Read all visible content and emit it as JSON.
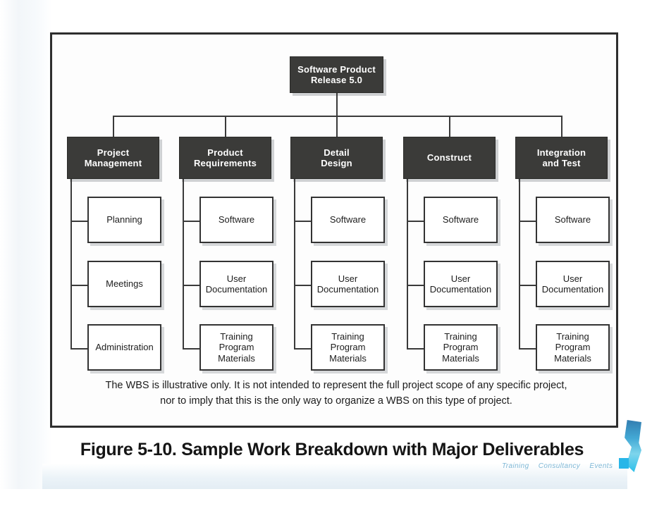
{
  "figure": {
    "caption": "Figure 5-10. Sample Work Breakdown with Major Deliverables",
    "disclaimer_line1": "The WBS is illustrative only. It is not intended to represent the full project scope of any specific project,",
    "disclaimer_line2": "nor to imply that this is the only way to organize a WBS on this type of project."
  },
  "wbs": {
    "root": {
      "line1": "Software Product",
      "line2": "Release 5.0"
    },
    "columns": [
      {
        "parent": {
          "line1": "Project",
          "line2": "Management"
        },
        "children": [
          {
            "line1": "Planning",
            "line2": ""
          },
          {
            "line1": "Meetings",
            "line2": ""
          },
          {
            "line1": "Administration",
            "line2": ""
          }
        ]
      },
      {
        "parent": {
          "line1": "Product",
          "line2": "Requirements"
        },
        "children": [
          {
            "line1": "Software",
            "line2": ""
          },
          {
            "line1": "User",
            "line2": "Documentation"
          },
          {
            "line1": "Training Program",
            "line2": "Materials"
          }
        ]
      },
      {
        "parent": {
          "line1": "Detail",
          "line2": "Design"
        },
        "children": [
          {
            "line1": "Software",
            "line2": ""
          },
          {
            "line1": "User",
            "line2": "Documentation"
          },
          {
            "line1": "Training Program",
            "line2": "Materials"
          }
        ]
      },
      {
        "parent": {
          "line1": "Construct",
          "line2": ""
        },
        "children": [
          {
            "line1": "Software",
            "line2": ""
          },
          {
            "line1": "User",
            "line2": "Documentation"
          },
          {
            "line1": "Training Program",
            "line2": "Materials"
          }
        ]
      },
      {
        "parent": {
          "line1": "Integration",
          "line2": "and Test"
        },
        "children": [
          {
            "line1": "Software",
            "line2": ""
          },
          {
            "line1": "User",
            "line2": "Documentation"
          },
          {
            "line1": "Training Program",
            "line2": "Materials"
          }
        ]
      }
    ]
  },
  "watermark": {
    "item1": "Training",
    "item2": "Consultancy",
    "item3": "Events"
  },
  "colors": {
    "node_dark": "#3b3b39",
    "node_light": "#ffffff",
    "frame": "#2e2e2e",
    "connector": "#3a3a3a",
    "watermark": "#7fb8d6"
  }
}
